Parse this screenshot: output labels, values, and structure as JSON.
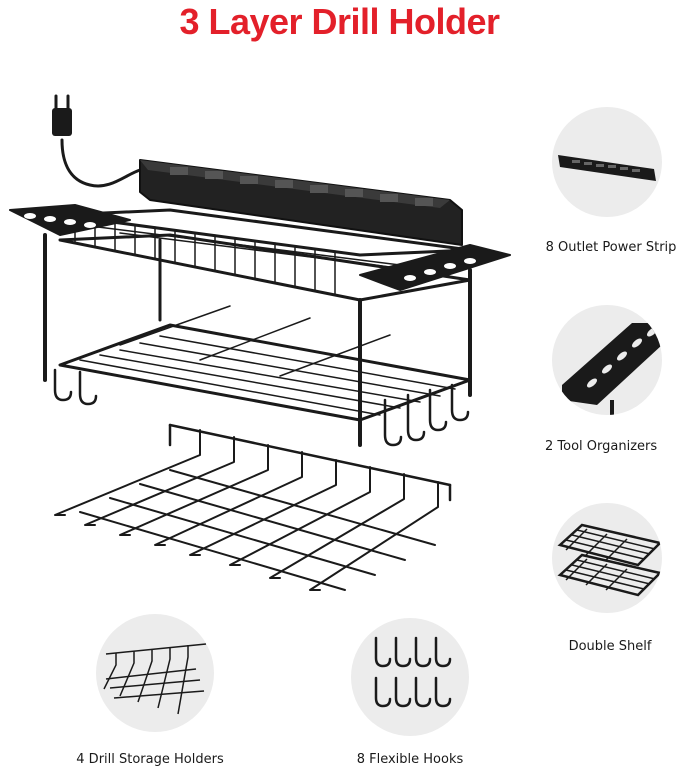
{
  "title": "3 Layer Drill Holder",
  "features": {
    "power_strip": "8 Outlet Power Strip",
    "tool_organizers": "2 Tool Organizers",
    "double_shelf": "Double Shelf",
    "drill_holders": "4 Drill Storage Holders",
    "hooks": "8 Flexible Hooks"
  },
  "icons": {
    "product": "drill-rack-product-icon",
    "power_strip": "power-strip-icon",
    "tool_organizer": "tool-organizer-icon",
    "double_shelf": "double-shelf-icon",
    "drill_holders": "drill-holders-icon",
    "hooks": "hooks-icon"
  },
  "colors": {
    "title": "#e3202a",
    "metal": "#1a1a1a",
    "circle_bg": "#ececec"
  }
}
